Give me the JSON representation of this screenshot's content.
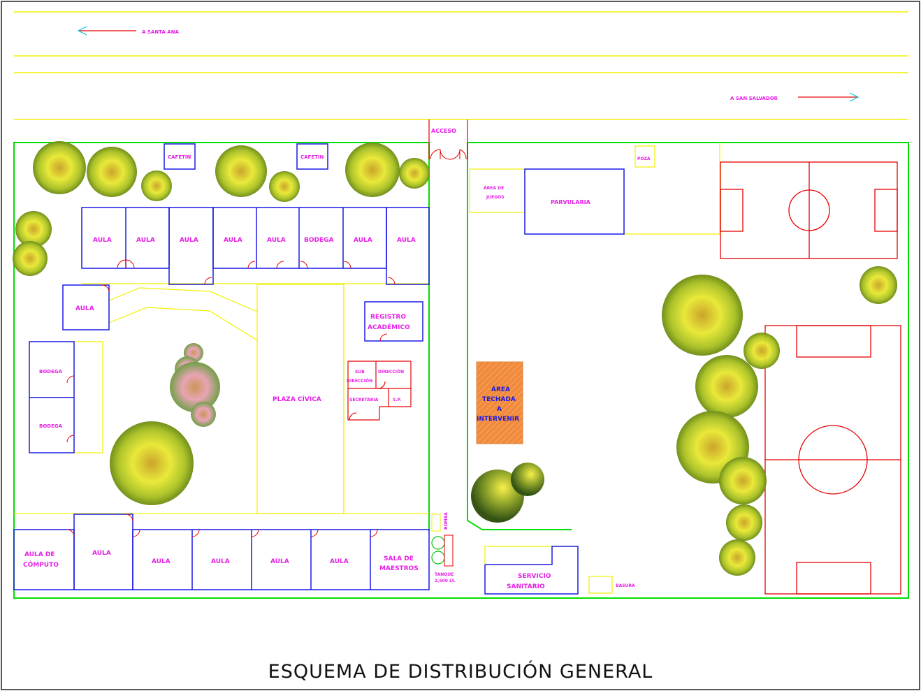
{
  "title": "ESQUEMA DE DISTRIBUCIÓN GENERAL",
  "directions": {
    "santa_ana": "A SANTA ANA",
    "san_salvador": "A SAN SALVADOR"
  },
  "labels": {
    "acceso": "ACCESO",
    "cafetin_1": "CAFETÍN",
    "cafetin_2": "CAFETÍN",
    "bodega_top": "BODEGA",
    "aula": "AULA",
    "bodega_left_1": "BODEGA",
    "bodega_left_2": "BODEGA",
    "plaza_civica": "PLAZA CÍVICA",
    "registro_1": "REGISTRO",
    "registro_2": "ACADÉMICO",
    "sub_direccion_1": "SUB",
    "sub_direccion_2": "DIRECCIÓN",
    "direccion": "DIRECCIÓN",
    "secretaria": "SECRETARIA",
    "sp": "S.P.",
    "area_techada_1": "ÁREA",
    "area_techada_2": "TECHADA",
    "area_techada_3": "A",
    "area_techada_4": "INTERVENIR",
    "area_juegos_1": "ÁREA DE",
    "area_juegos_2": "JUEGOS",
    "parvularia": "PARVULARIA",
    "poza": "POZA",
    "aula_computo_1": "AULA DE",
    "aula_computo_2": "CÓMPUTO",
    "sala_maestros_1": "SALA DE",
    "sala_maestros_2": "MAESTROS",
    "tanque_1": "TANQUE",
    "tanque_2": "2,500 Lt.",
    "bomba": "BOMBA",
    "servicio_1": "SERVICIO",
    "servicio_2": "SANITARIO",
    "basura": "BASURA"
  },
  "colors": {
    "walls": "#1a1ae6",
    "paths": "#f0f000",
    "boundary": "#00e000",
    "doors": "#e60000",
    "labels": "#e61fe6",
    "fields": "#e60000",
    "arrow_line": "#e60000",
    "arrow_head": "#00d0e0",
    "hatch": "#f08a3c"
  }
}
